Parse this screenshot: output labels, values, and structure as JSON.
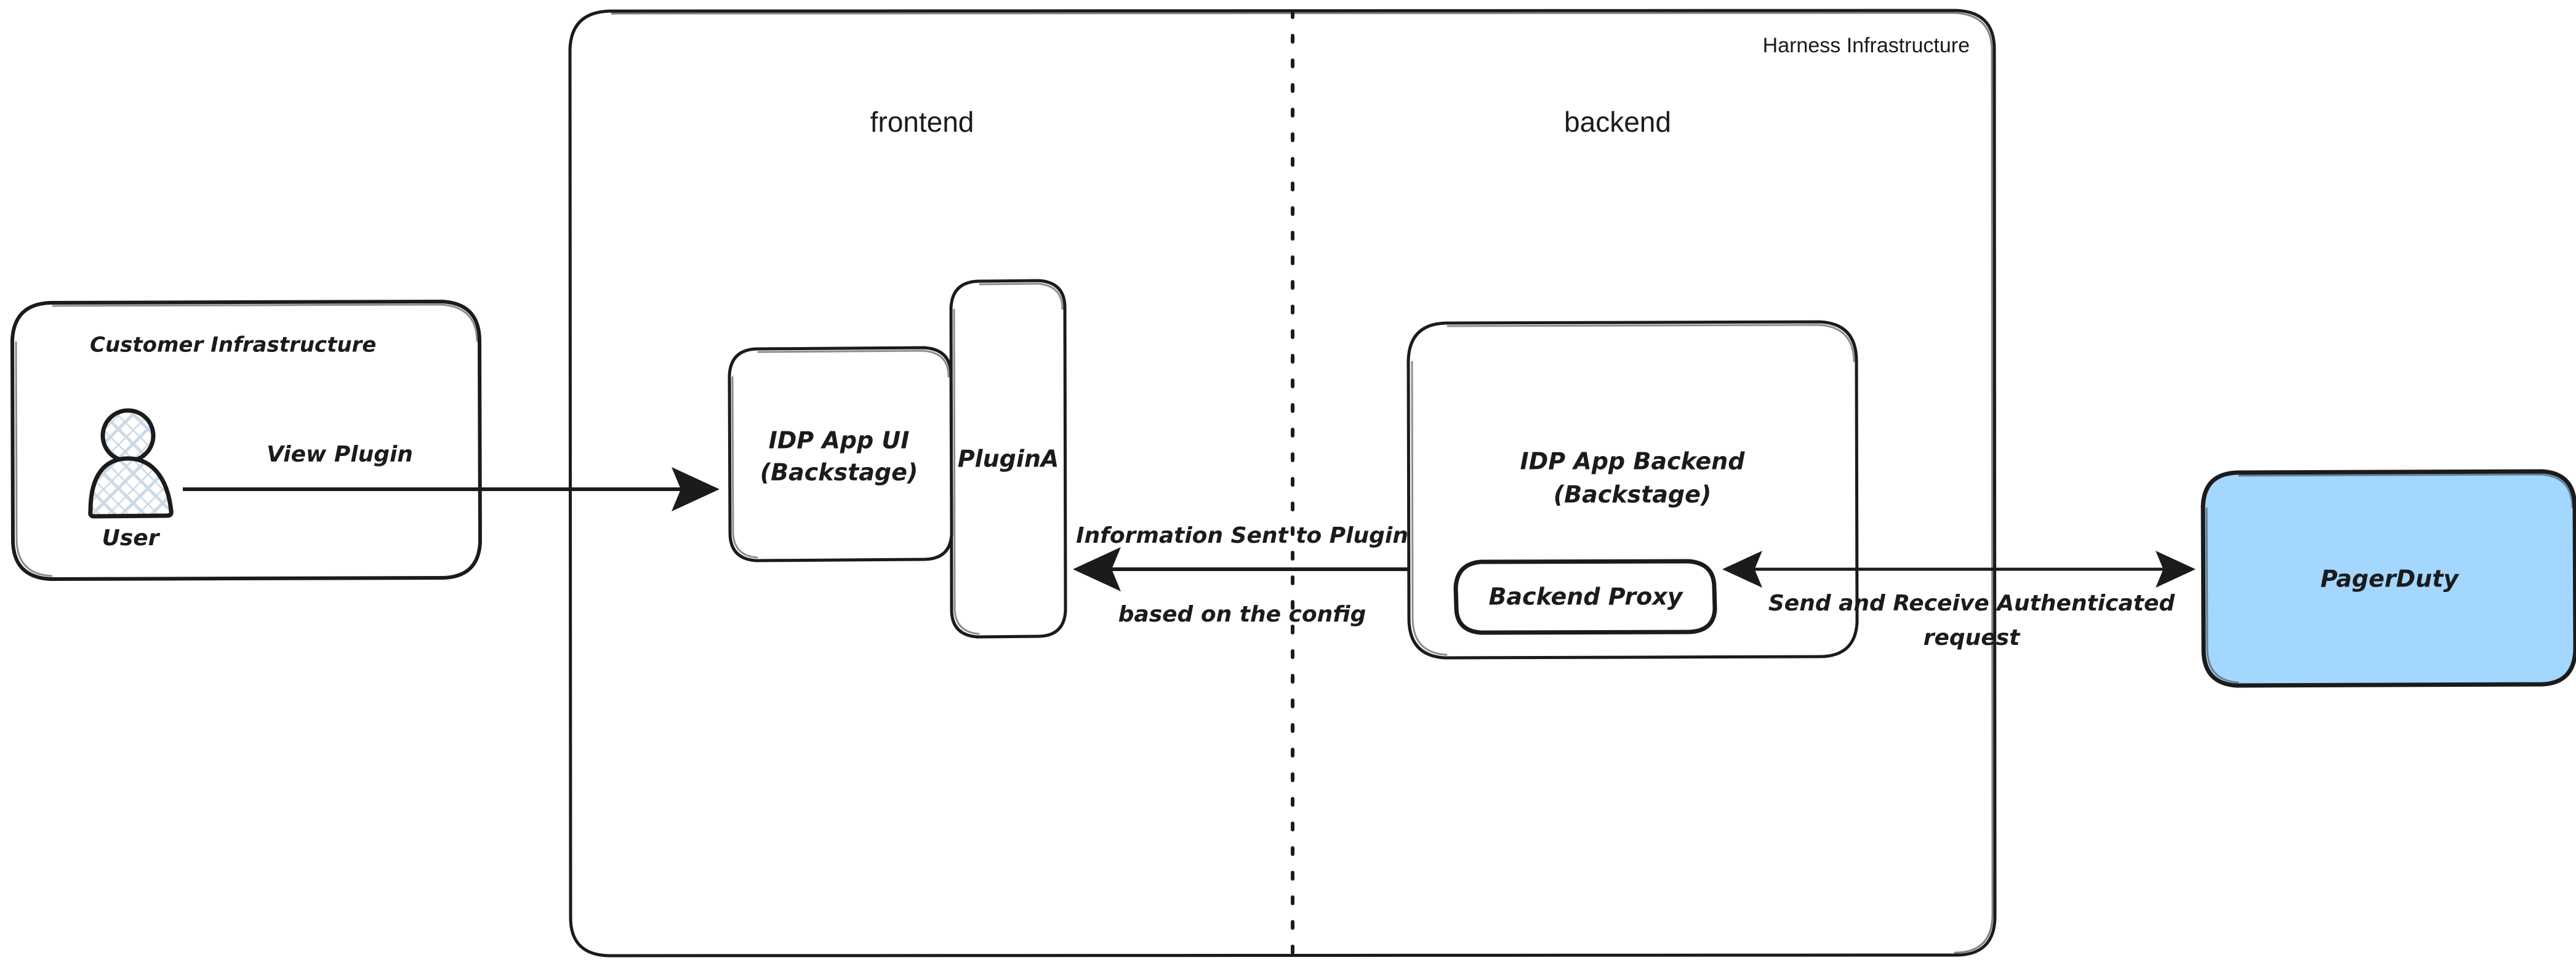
{
  "diagram": {
    "title_visible": false,
    "background": "#ffffff",
    "stroke": "#1b1b1b",
    "accent_fill": "#a3d7fd"
  },
  "groups": [
    {
      "id": "customer-infrastructure",
      "label": "Customer Infrastructure",
      "label_style": "handwritten"
    },
    {
      "id": "harness-infrastructure",
      "label": "Harness Infrastructure",
      "label_style": "plain-sans"
    }
  ],
  "lanes": [
    {
      "id": "frontend",
      "label": "frontend"
    },
    {
      "id": "backend",
      "label": "backend"
    }
  ],
  "actors": [
    {
      "id": "user",
      "label": "User",
      "icon": "person-actor-icon"
    }
  ],
  "nodes": [
    {
      "id": "idp-app-ui",
      "line1": "IDP App UI",
      "line2": "(Backstage)",
      "fill": "#ffffff"
    },
    {
      "id": "plugin-a",
      "line1": "PluginA",
      "line2": "",
      "fill": "#ffffff"
    },
    {
      "id": "idp-app-backend",
      "line1": "IDP App Backend",
      "line2": "(Backstage)",
      "fill": "#ffffff"
    },
    {
      "id": "backend-proxy",
      "line1": "Backend Proxy",
      "line2": "",
      "fill": "#ffffff"
    },
    {
      "id": "pagerduty",
      "line1": "PagerDuty",
      "line2": "",
      "fill": "#a3d7fd"
    }
  ],
  "edges": [
    {
      "id": "user-to-idp-app-ui",
      "from": "user",
      "to": "idp-app-ui",
      "direction": "right",
      "label_line1": "View Plugin",
      "label_line2": ""
    },
    {
      "id": "backend-to-plugin",
      "from": "idp-app-backend",
      "to": "plugin-a",
      "direction": "left",
      "label_line1": "Information Sent to Plugin",
      "label_line2": "based on the config"
    },
    {
      "id": "proxy-to-pagerduty",
      "from": "backend-proxy",
      "to": "pagerduty",
      "direction": "both",
      "label_line1": "Send and Receive Authenticated",
      "label_line2": "request"
    }
  ]
}
